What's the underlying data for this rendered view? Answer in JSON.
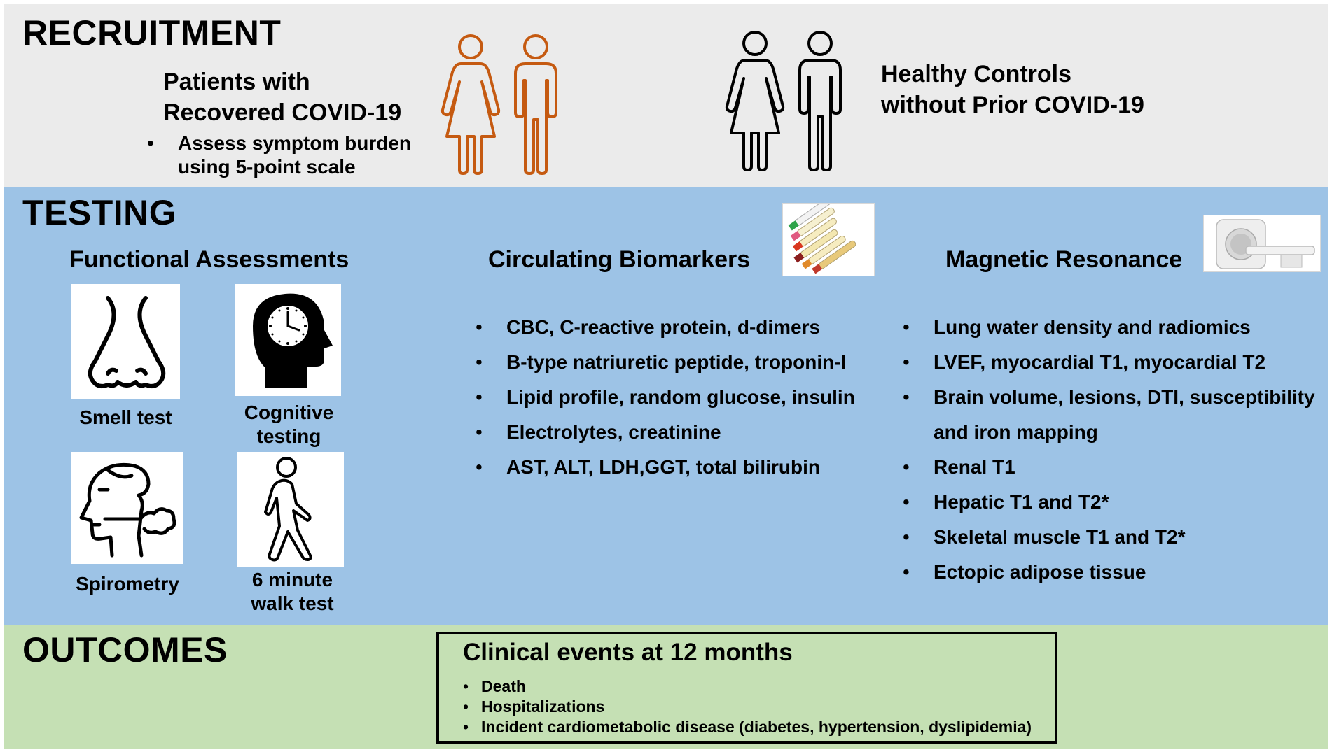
{
  "recruitment": {
    "title": "RECRUITMENT",
    "patients_line1": "Patients with",
    "patients_line2": "Recovered COVID-19",
    "bullet_line1": "Assess symptom burden",
    "bullet_line2": "using 5-point scale",
    "controls_line1": "Healthy Controls",
    "controls_line2": "without Prior COVID-19",
    "patients_icon_color": "#c55a11",
    "controls_icon_color": "#000000"
  },
  "testing": {
    "title": "TESTING",
    "functional": {
      "heading": "Functional Assessments",
      "tiles": [
        {
          "icon": "nose-icon",
          "label_lines": [
            "Smell test"
          ]
        },
        {
          "icon": "head-clock-icon",
          "label_lines": [
            "Cognitive",
            "testing"
          ]
        },
        {
          "icon": "breathing-face-icon",
          "label_lines": [
            "Spirometry"
          ]
        },
        {
          "icon": "walking-person-icon",
          "label_lines": [
            "6 minute",
            "walk test"
          ]
        }
      ]
    },
    "biomarkers": {
      "heading": "Circulating Biomarkers",
      "items": [
        "CBC, C-reactive protein, d-dimers",
        "B-type natriuretic peptide, troponin-I",
        "Lipid profile, random glucose, insulin",
        "Electrolytes, creatinine",
        "AST, ALT, LDH,GGT, total bilirubin"
      ]
    },
    "mr": {
      "heading": "Magnetic Resonance",
      "items": [
        "Lung water density and radiomics",
        "LVEF, myocardial T1, myocardial T2",
        "Brain volume, lesions, DTI, susceptibility",
        "and iron mapping",
        "Renal T1",
        "Hepatic T1 and T2*",
        "Skeletal muscle T1 and T2*",
        "Ectopic adipose tissue"
      ]
    }
  },
  "outcomes": {
    "title": "OUTCOMES",
    "box_title": "Clinical events at 12 months",
    "items": [
      "Death",
      "Hospitalizations",
      "Incident cardiometabolic disease (diabetes, hypertension, dyslipidemia)"
    ]
  },
  "colors": {
    "recruitment_band": "#ebebeb",
    "testing_band": "#9dc3e6",
    "outcomes_band": "#c5e0b4"
  }
}
